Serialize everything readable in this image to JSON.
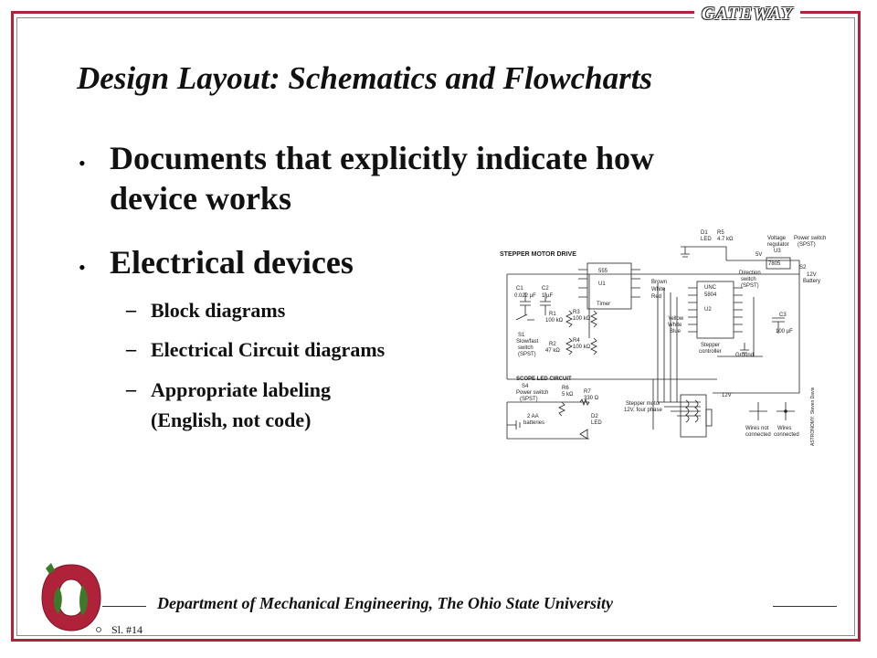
{
  "header": {
    "brand": "GATEWAY"
  },
  "slide": {
    "title": "Design Layout: Schematics and Flowcharts",
    "bullets": [
      {
        "text_line1": "Documents that explicitly indicate how",
        "text_line2": "device works"
      },
      {
        "text": "Electrical devices"
      }
    ],
    "sub_bullets": [
      {
        "text": "Block diagrams"
      },
      {
        "text": "Electrical Circuit diagrams"
      },
      {
        "text_line1": "Appropriate labeling",
        "text_line2": "(English, not code)"
      }
    ],
    "bullet_symbol": "•",
    "dash_symbol": "–"
  },
  "circuit": {
    "title": "STEPPER MOTOR DRIVE",
    "scope_label": "SCOPE LED CIRCUIT",
    "labels": {
      "d1": "D1",
      "led": "LED",
      "r5": "R5",
      "r5v": "4.7 kΩ",
      "v5": "5V",
      "reg": "Voltage",
      "reg2": "regulator",
      "u3": "U3",
      "u3v": "7805",
      "pwr": "Power switch",
      "spst": "(SPST)",
      "s2": "S2",
      "bat": "12V",
      "bat2": "Battery",
      "c1": "C1",
      "c1v": "0.022 µF",
      "c2": "C2",
      "c2v": "1 µF",
      "u1": "U1",
      "t555": "555",
      "timer": "Timer",
      "r1": "R1",
      "r1v": "100 kΩ",
      "r2": "R2",
      "r2v": "47 kΩ",
      "r3": "R3",
      "r3v": "100 kΩ",
      "r4": "R4",
      "r4v": "100 kΩ",
      "s1": "S1",
      "s1a": "Slow/fast",
      "s1b": "switch",
      "s1c": "(SPST)",
      "u2": "U2",
      "u2a": "UNC",
      "u2b": "5804",
      "stepper": "Stepper",
      "controller": "controller",
      "dir": "Direction",
      "dir2": "switch",
      "dir3": "(SPST)",
      "c3": "C3",
      "c3v": "100 µF",
      "gnd": "Ground",
      "brown": "Brown",
      "white": "White",
      "red": "Red",
      "yellow": "Yellow",
      "white2": "White",
      "blue": "Blue",
      "s4": "S4",
      "pwr2": "Power switch",
      "spst2": "(SPST)",
      "r6": "R6",
      "r6v": "5 kΩ",
      "r7": "R7",
      "r7v": "330 Ω",
      "bat3": "2 AA",
      "bat4": "batteries",
      "d2": "D2",
      "led2": "LED",
      "motor": "Stepper motor",
      "motor2": "12V, four phase",
      "v12": "12V",
      "nc1": "Wires not",
      "nc2": "connected",
      "wc1": "Wires",
      "wc2": "connected",
      "credit": "ASTRONOMY: Steven Davis"
    }
  },
  "footer": {
    "department": "Department of Mechanical Engineering, The Ohio State University",
    "slide_number": "Sl. #14"
  },
  "colors": {
    "frame": "#b0223a",
    "logo_red": "#b0223a",
    "logo_green": "#3c7a2a"
  }
}
